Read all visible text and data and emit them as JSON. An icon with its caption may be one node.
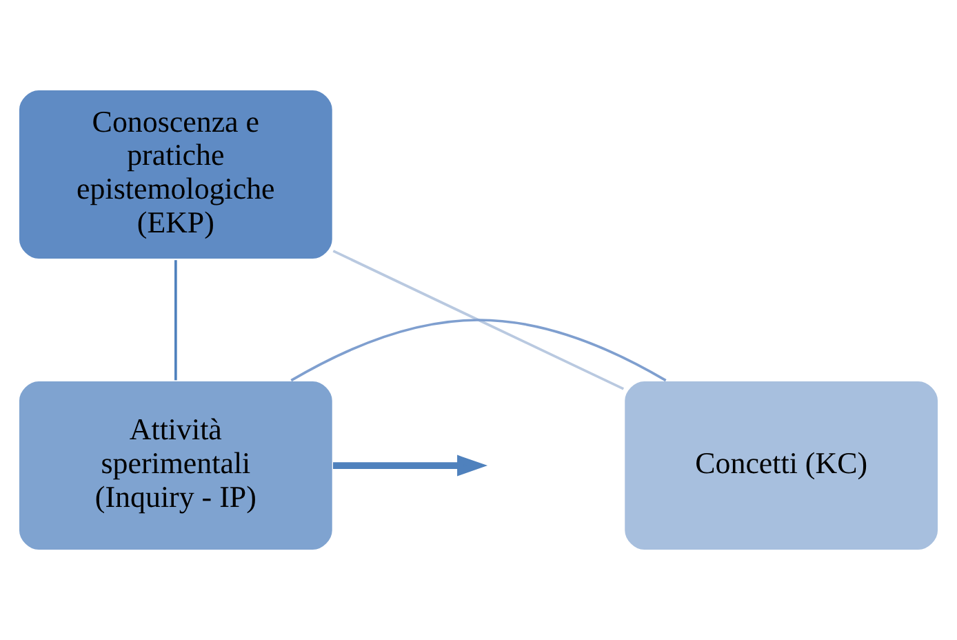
{
  "diagram": {
    "nodes": [
      {
        "text": [
          "Conoscenza e pratiche epistemologiche (EKP)"
        ]
      },
      {
        "text": [
          "Concetti (KC)"
        ]
      },
      {
        "text": [
          "Attività sperimentali (Inquiry - IP)"
        ]
      }
    ],
    "edges": [
      {
        "from": 0,
        "to": 2,
        "arrow": "none",
        "color": "#4f81bd"
      },
      {
        "from": 2,
        "to": 1,
        "arrow": "none",
        "color": "#7f9fcf"
      },
      {
        "from": 1,
        "to": 0,
        "arrow": "none",
        "color": "#b9c9e0"
      },
      {
        "from": 2,
        "to": null,
        "arrow": "to",
        "style": "thick",
        "color": "#4f81bd"
      }
    ]
  }
}
